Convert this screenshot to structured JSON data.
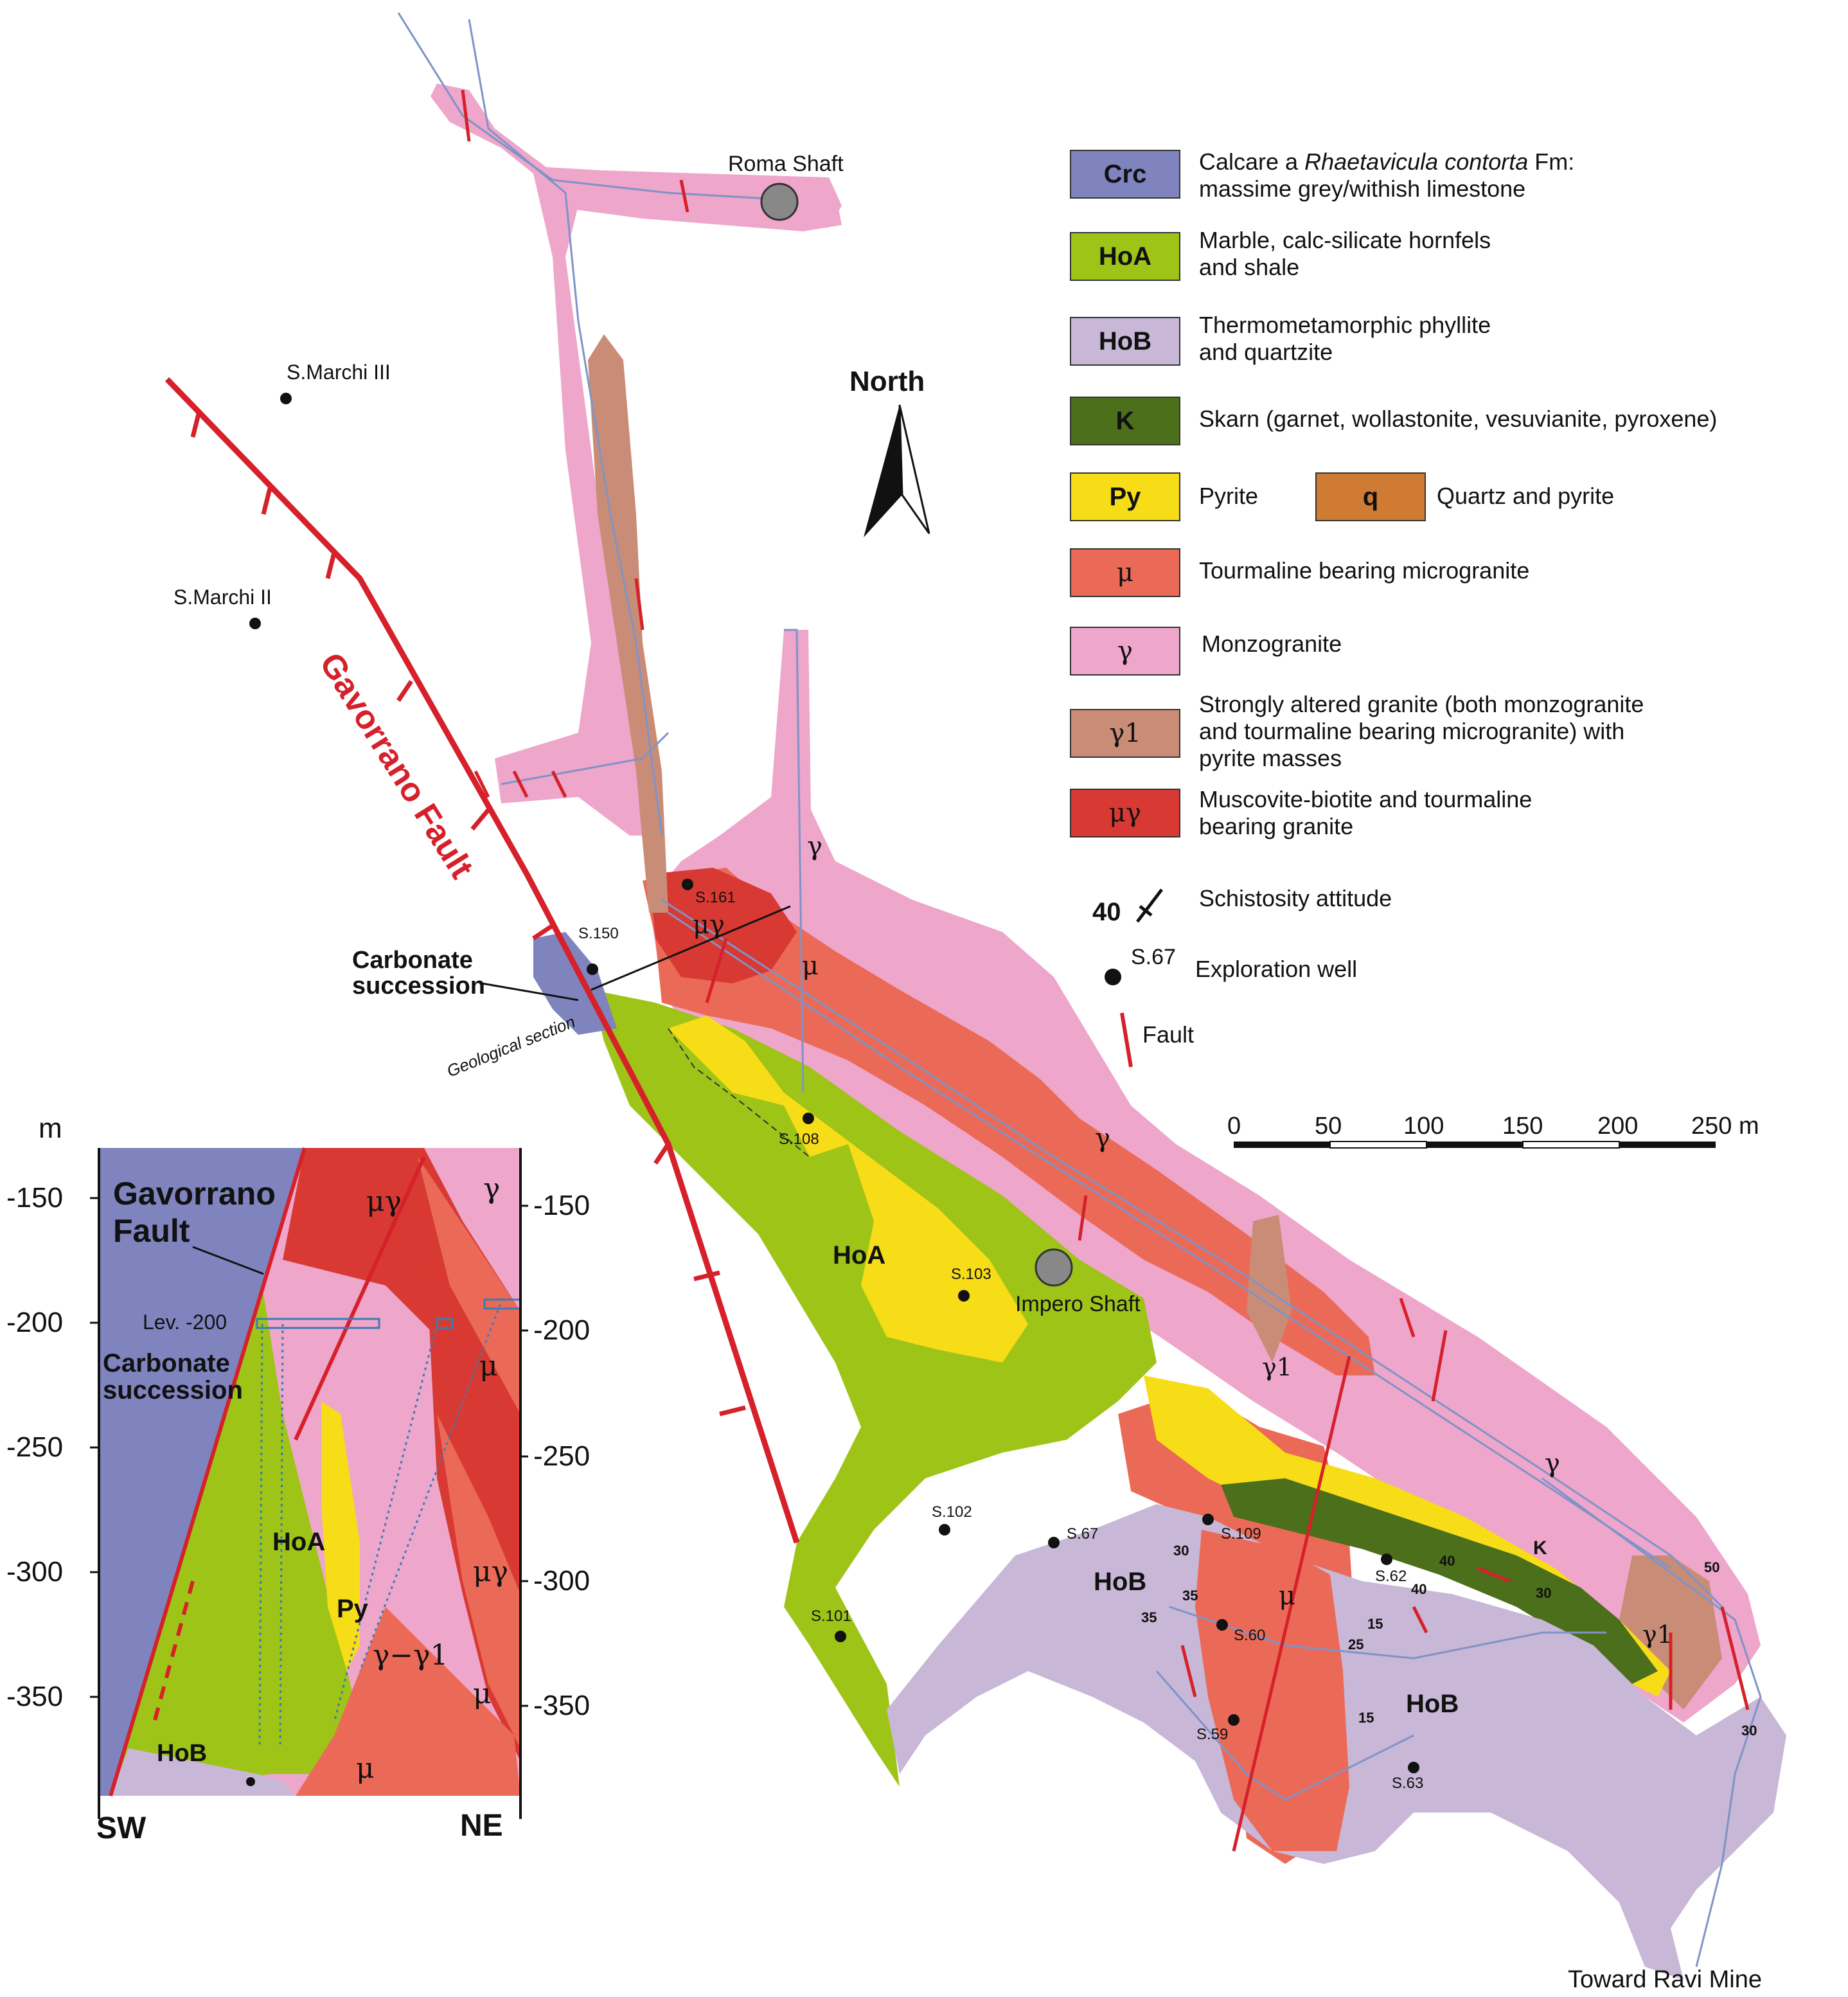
{
  "north": {
    "label": "North"
  },
  "colors": {
    "Crc": "#7f84bf",
    "HoA": "#9dc417",
    "HoB": "#c8b7d6",
    "K": "#4b6f1a",
    "Py": "#f7dc18",
    "q": "#cf7b34",
    "mu": "#eb6a57",
    "gamma": "#eea6cb",
    "gamma1": "#c98d77",
    "mugamma": "#d83a33",
    "fault": "#d6202a",
    "tunnel": "#7f93c7"
  },
  "legend": [
    {
      "code": "Crc",
      "text_pre": "Calcare a ",
      "text_italic": "Rhaetavicula contorta",
      "text_post": " Fm:",
      "line2": "massime grey/withish limestone"
    },
    {
      "code": "HoA",
      "line1": "Marble, calc-silicate hornfels",
      "line2": "and shale"
    },
    {
      "code": "HoB",
      "line1": "Thermometamorphic phyllite",
      "line2": "and quartzite"
    },
    {
      "code": "K",
      "line1": "Skarn (garnet, wollastonite, vesuvianite, pyroxene)"
    },
    {
      "code": "Py",
      "line1": "Pyrite",
      "code2": "q",
      "line1b": "Quartz and pyrite"
    },
    {
      "code": "μ",
      "line1": "Tourmaline bearing microgranite"
    },
    {
      "code": "γ",
      "line1": "Monzogranite"
    },
    {
      "code": "γ1",
      "line1": "Strongly altered granite (both monzogranite",
      "line2": "and tourmaline bearing microgranite) with",
      "line3": "pyrite masses"
    },
    {
      "code": "μγ",
      "line1": "Muscovite-biotite and tourmaline",
      "line2": "bearing granite"
    }
  ],
  "symbols": {
    "schistosity_value": "40",
    "schistosity_label": "Schistosity attitude",
    "well_code": "S.67",
    "well_label": "Exploration well",
    "fault_label": "Fault"
  },
  "scale": {
    "ticks": [
      "0",
      "50",
      "100",
      "150",
      "200",
      "250 m"
    ]
  },
  "map_labels": {
    "roma_shaft": "Roma Shaft",
    "impero_shaft": "Impero Shaft",
    "gavorrano_fault": "Gavorrano Fault",
    "carbonate_1": "Carbonate",
    "carbonate_2": "succession",
    "geological_section": "Geological section",
    "toward_ravi": "Toward Ravi Mine",
    "hoa": "HoA",
    "hob1": "HoB",
    "hob2": "HoB",
    "k": "K",
    "gamma_a": "γ",
    "gamma_b": "γ",
    "gamma_c": "γ",
    "gamma1_a": "γ1",
    "gamma1_b": "γ1",
    "mu_a": "μ",
    "mu_b": "μ",
    "mugamma": "μγ"
  },
  "wells": [
    {
      "name": "S.Marchi III"
    },
    {
      "name": "S.Marchi II"
    },
    {
      "name": "S.161"
    },
    {
      "name": "S.150"
    },
    {
      "name": "S.108"
    },
    {
      "name": "S.103"
    },
    {
      "name": "S.102"
    },
    {
      "name": "S.101"
    },
    {
      "name": "S.67"
    },
    {
      "name": "S.109"
    },
    {
      "name": "S.60"
    },
    {
      "name": "S.59"
    },
    {
      "name": "S.62"
    },
    {
      "name": "S.63"
    }
  ],
  "dips": [
    "30",
    "35",
    "35",
    "40",
    "40",
    "15",
    "25",
    "15",
    "30",
    "50",
    "30"
  ],
  "section": {
    "axis_unit": "m",
    "left_ticks": [
      "-150",
      "-200",
      "-250",
      "-300",
      "-350"
    ],
    "right_ticks": [
      "-150",
      "-200",
      "-250",
      "-300",
      "-350"
    ],
    "fault_1": "Gavorrano",
    "fault_2": "Fault",
    "level": "Lev. -200",
    "carbonate_1": "Carbonate",
    "carbonate_2": "succession",
    "sw": "SW",
    "ne": "NE",
    "hoa": "HoA",
    "py": "Py",
    "hob": "HoB",
    "mugamma_a": "μγ",
    "mugamma_b": "μγ",
    "gamma": "γ",
    "mu_a": "μ",
    "mu_b": "μ",
    "mu_c": "μ",
    "gamma_gamma1": "γ−γ1"
  }
}
